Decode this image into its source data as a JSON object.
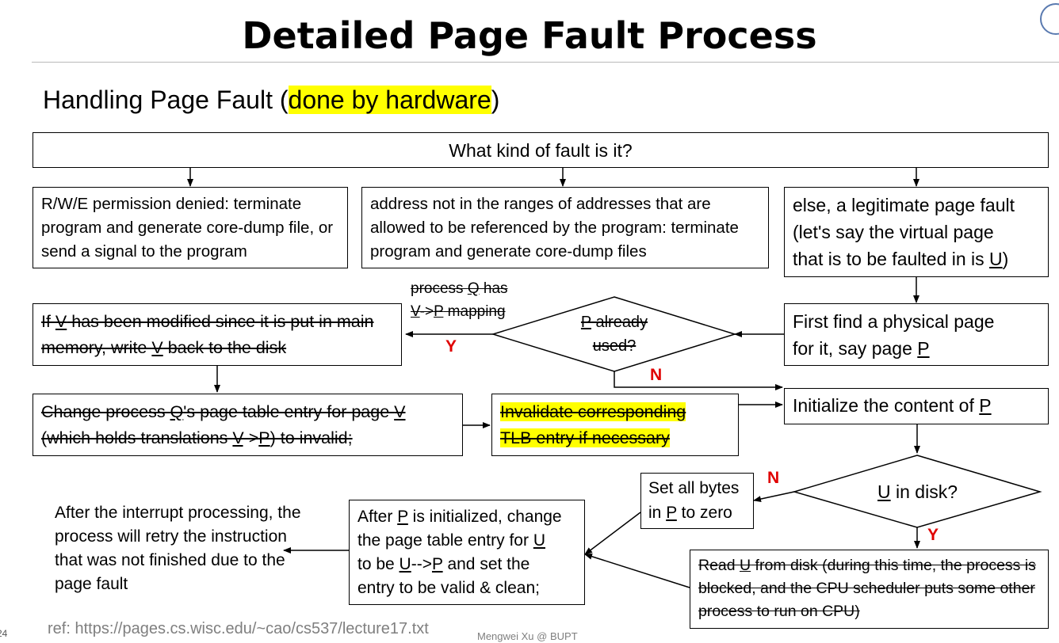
{
  "slide": {
    "title": "Detailed Page Fault Process",
    "subtitle_prefix": "Handling Page Fault (",
    "subtitle_highlight": "done by hardware",
    "subtitle_suffix": ")",
    "page_number": "24",
    "reference": "ref: https://pages.cs.wisc.edu/~cao/cs537/lecture17.txt",
    "author": "Mengwei Xu @ BUPT"
  },
  "diagram": {
    "top_box": "What kind of fault is it?",
    "permission_denied": "R/W/E permission denied: terminate program and generate core-dump file, or send a signal to the program",
    "address_out_of_range": "address not in the ranges of addresses that are allowed to be referenced by the program: terminate program and generate core-dump files",
    "legit_fault": {
      "line1": "else, a legitimate page fault",
      "line2": "(let's say the virtual page",
      "line3": "that is to be faulted in is ",
      "page": "U",
      "close": ")"
    },
    "find_physical": {
      "line1": "First find a physical page",
      "line2": "for it, say page ",
      "page": "P"
    },
    "decision_used": {
      "page": "P",
      "line1": " already",
      "line2": "used?"
    },
    "mapping_note": {
      "line1_a": "process ",
      "line1_q": "Q",
      "line1_b": " has",
      "line2_v": "V",
      "line2_mid": "->",
      "line2_p": "P",
      "line2_b": " mapping"
    },
    "write_back": {
      "a": "If ",
      "v1": "V",
      "b": " has been modified since it is put in main memory, write ",
      "v2": "V",
      "c": " back to the disk"
    },
    "change_entry": {
      "a": "Change process ",
      "q": "Q",
      "b": "'s page table entry for page ",
      "v1": "V",
      "c": " (which holds translations ",
      "v2": "V",
      "d": "->",
      "p": "P",
      "e": ") to invalid;"
    },
    "invalidate_tlb": {
      "line1": "Invalidate corresponding",
      "line2": "TLB entry if necessary"
    },
    "init_content": {
      "text": "Initialize the content of ",
      "page": "P"
    },
    "decision_disk": {
      "page": "U",
      "text": " in disk?"
    },
    "set_zero": {
      "line1": "Set all bytes",
      "line2a": "in ",
      "page": "P",
      "line2b": " to zero"
    },
    "read_disk": {
      "a": "Read ",
      "u": "U",
      "b": " from disk (during this time, the process is blocked, and the CPU scheduler puts some other process to run on CPU)"
    },
    "after_init": {
      "l1a": "After ",
      "p1": "P",
      "l1b": " is initialized, change",
      "l2a": "the page table entry for ",
      "u1": "U",
      "l3a": "to be ",
      "u2": "U",
      "l3b": "-->",
      "p2": "P",
      "l3c": " and set the",
      "l4": "entry to be valid & clean;"
    },
    "retry_note": "After the interrupt processing, the process will retry the instruction that was not finished due to the page fault",
    "labels": {
      "yes": "Y",
      "no": "N"
    }
  }
}
